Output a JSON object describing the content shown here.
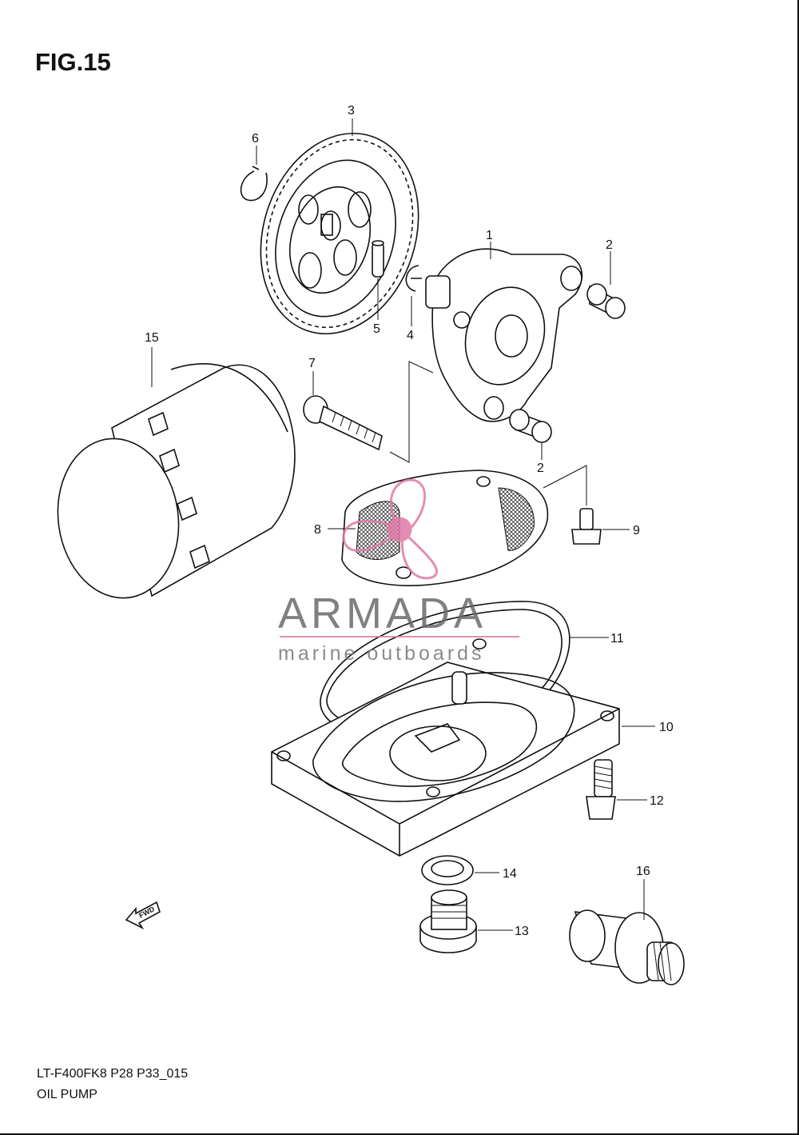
{
  "figure": {
    "title": "FIG.15"
  },
  "footer": {
    "code": "LT-F400FK8 P28 P33_015",
    "name": "OIL PUMP"
  },
  "watermark": {
    "brand": "ARMADA",
    "tagline": "marine outboards",
    "color": "#e07aa8"
  },
  "fwd_marker": "FWD",
  "callouts": [
    "1",
    "2",
    "2",
    "3",
    "4",
    "5",
    "6",
    "7",
    "8",
    "9",
    "10",
    "11",
    "12",
    "13",
    "14",
    "15",
    "16"
  ]
}
